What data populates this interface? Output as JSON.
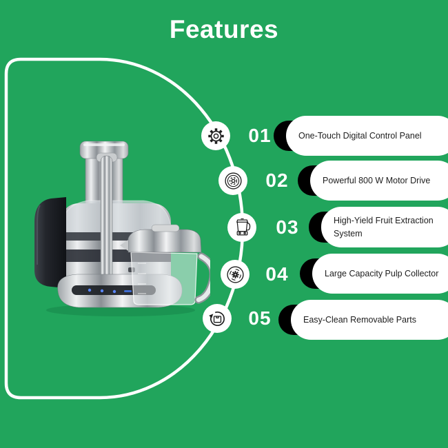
{
  "title": "Features",
  "colors": {
    "background": "#21a55c",
    "title_text": "#ffffff",
    "pill_background": "#ffffff",
    "pill_shadow": "#000000",
    "pill_text": "#1d1d1d",
    "outline": "#ffffff",
    "icon_stroke": "#1c1c1c"
  },
  "features": [
    {
      "number": "01",
      "label": "One-Touch Digital Control Panel",
      "icon": "gear-icon"
    },
    {
      "number": "02",
      "label": "Powerful 800 W Motor Drive",
      "icon": "motor-icon"
    },
    {
      "number": "03",
      "label": "High-Yield Fruit Extraction System",
      "icon": "blender-icon"
    },
    {
      "number": "04",
      "label": "Large Capacity Pulp Collector",
      "icon": "pulp-collector-icon"
    },
    {
      "number": "05",
      "label": "Easy-Clean Removable Parts",
      "icon": "removable-parts-icon"
    }
  ],
  "product": {
    "alt": "Stainless steel juice extractor with transparent juice pitcher"
  }
}
